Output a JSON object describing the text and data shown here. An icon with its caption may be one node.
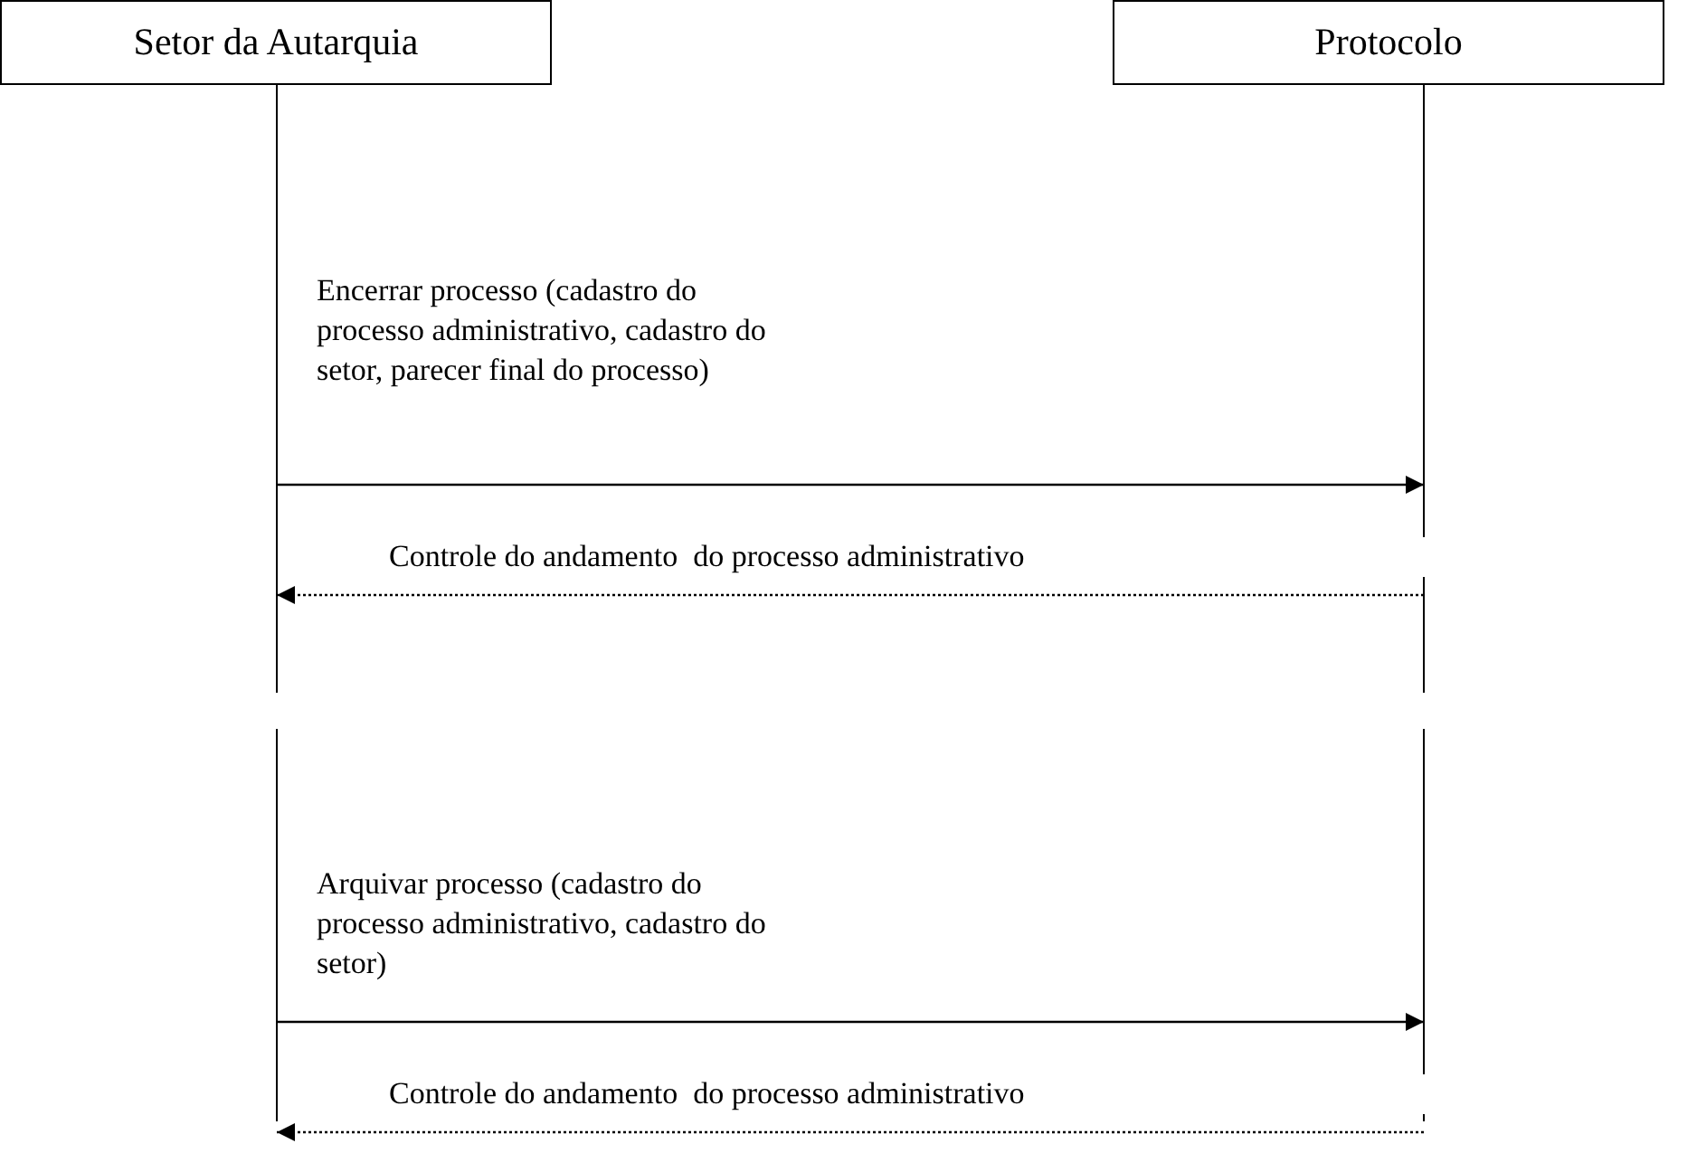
{
  "diagram": {
    "nodes": [
      {
        "text": [
          "Setor da Autarquia"
        ]
      },
      {
        "text": [
          "Protocolo"
        ]
      }
    ],
    "edges": [
      {
        "from": 0,
        "to": 1,
        "arrow": "to",
        "label": "Encerrar processo (cadastro do processo administrativo, cadastro do setor, parecer final do processo)"
      },
      {
        "from": 1,
        "to": 0,
        "arrow": "to",
        "style": "dashed",
        "label": "Controle do andamento  do processo administrativo"
      },
      {
        "from": 0,
        "to": 1,
        "arrow": "to",
        "label": "Arquivar processo (cadastro do processo administrativo, cadastro do setor)"
      },
      {
        "from": 1,
        "to": 0,
        "arrow": "to",
        "style": "dashed",
        "label": "Controle do andamento  do processo administrativo"
      }
    ]
  }
}
